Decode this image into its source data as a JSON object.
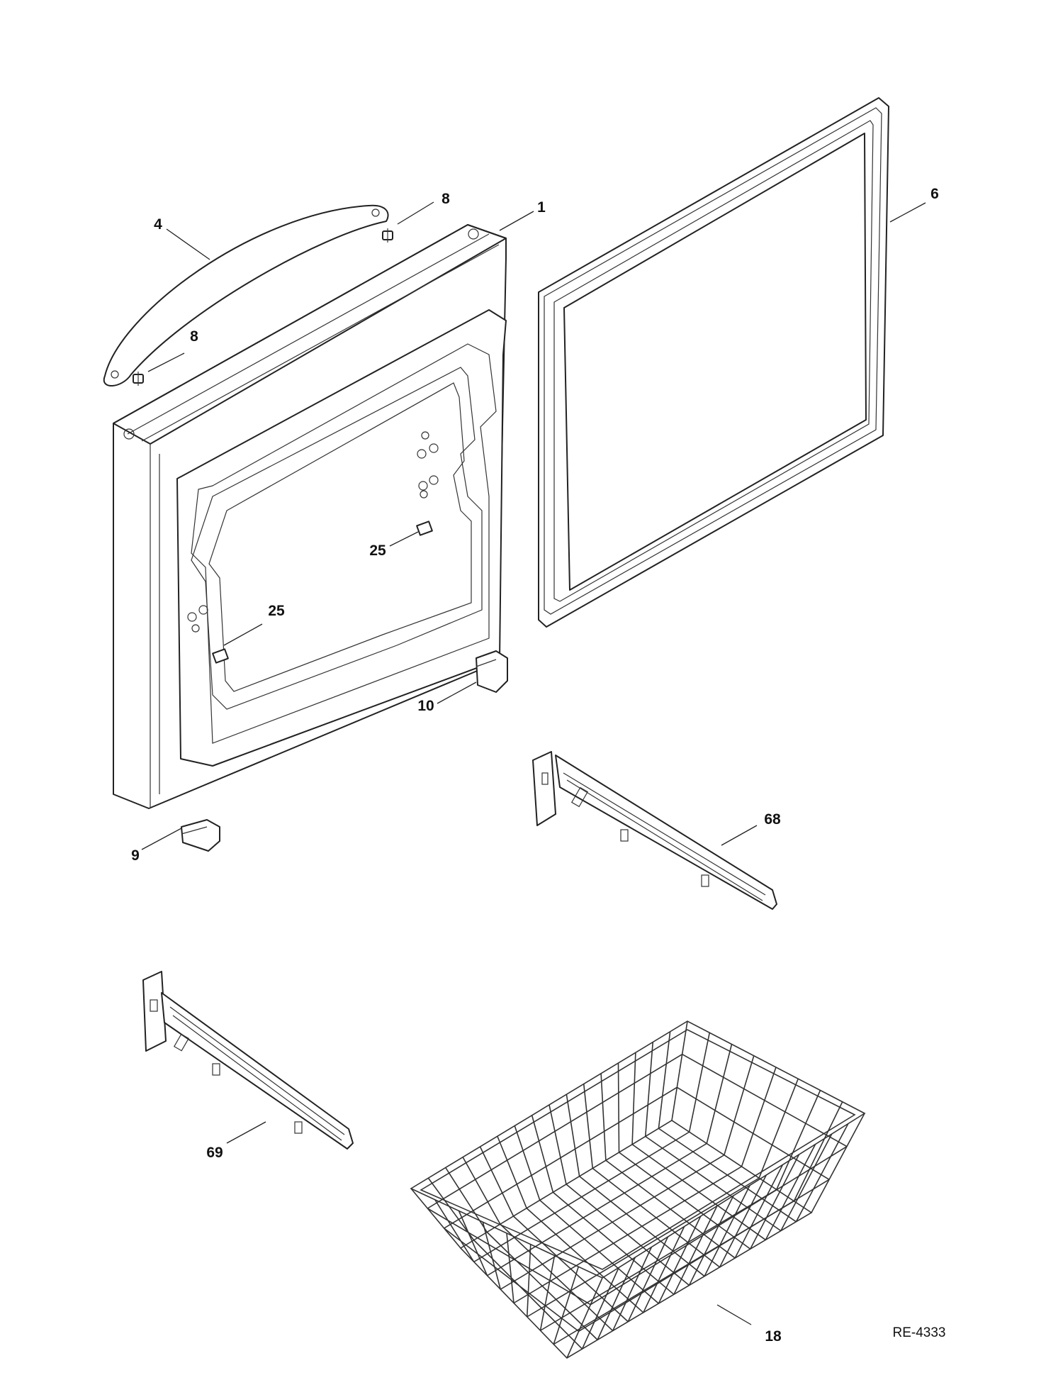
{
  "diagram": {
    "callouts": {
      "door": "1",
      "handle": "4",
      "gasket": "6",
      "screw_upper": "8",
      "screw_lower": "8",
      "hinge_cap_left": "9",
      "hinge_cap_right": "10",
      "basket": "18",
      "clip_upper": "25",
      "clip_lower": "25",
      "slide_right": "68",
      "slide_left": "69"
    },
    "document_id": "RE-4333"
  }
}
